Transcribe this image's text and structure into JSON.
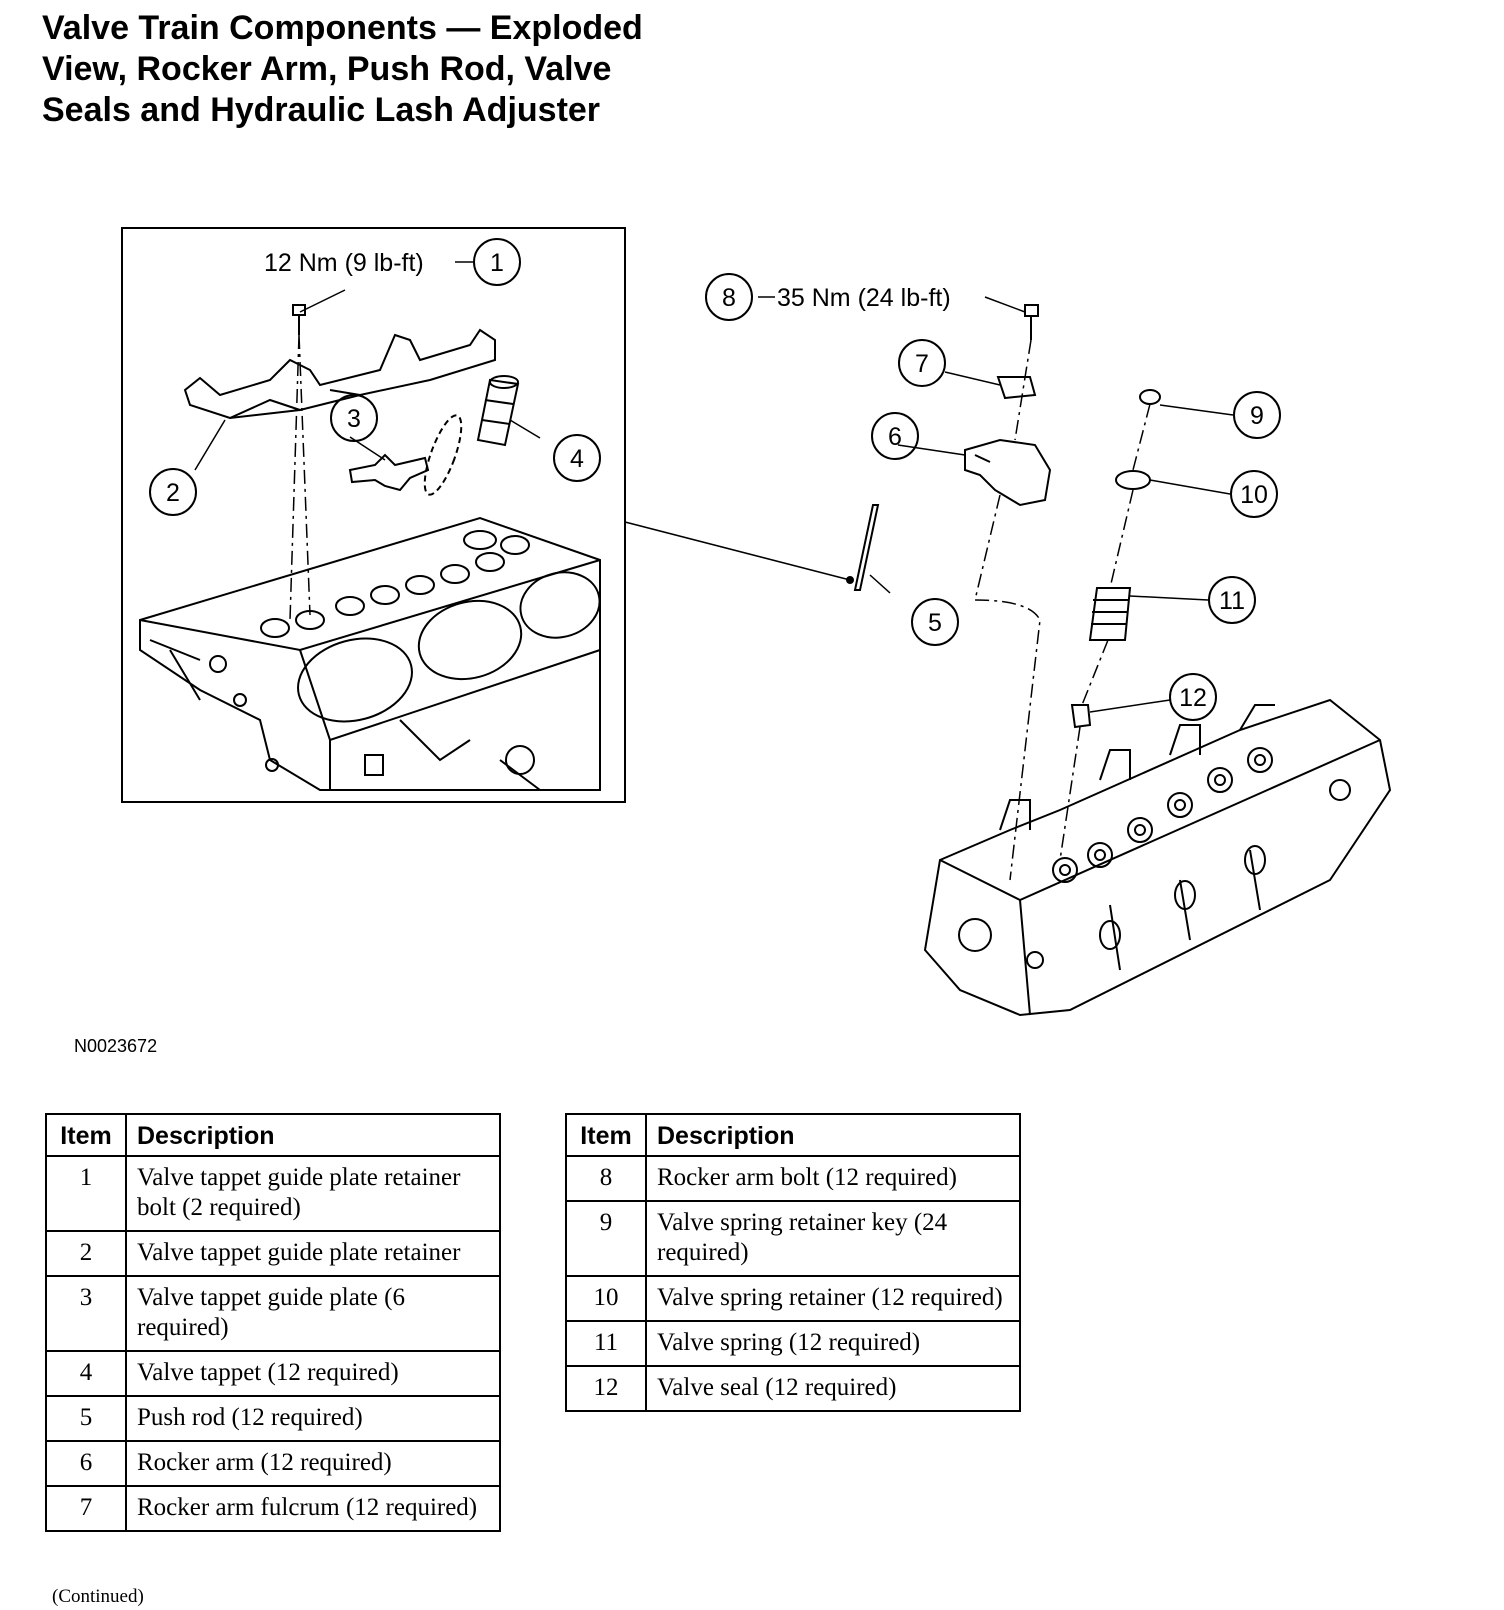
{
  "title_lines": [
    "Valve Train Components — Exploded",
    "View, Rocker Arm, Push Rod, Valve",
    "Seals and Hydraulic Lash Adjuster"
  ],
  "figure_id": "N0023672",
  "callouts": [
    {
      "number": "1",
      "torque": "12 Nm (9 lb-ft)"
    },
    {
      "number": "2"
    },
    {
      "number": "3"
    },
    {
      "number": "4"
    },
    {
      "number": "5"
    },
    {
      "number": "6"
    },
    {
      "number": "7"
    },
    {
      "number": "8",
      "torque": "35 Nm (24 lb-ft)"
    },
    {
      "number": "9"
    },
    {
      "number": "10"
    },
    {
      "number": "11"
    },
    {
      "number": "12"
    }
  ],
  "table_headers": {
    "item": "Item",
    "description": "Description"
  },
  "legend_left": [
    {
      "item": "1",
      "description": "Valve tappet guide plate retainer bolt (2 required)"
    },
    {
      "item": "2",
      "description": "Valve tappet guide plate retainer"
    },
    {
      "item": "3",
      "description": "Valve tappet guide plate (6 required)"
    },
    {
      "item": "4",
      "description": "Valve tappet (12 required)"
    },
    {
      "item": "5",
      "description": "Push rod (12 required)"
    },
    {
      "item": "6",
      "description": "Rocker arm (12 required)"
    },
    {
      "item": "7",
      "description": "Rocker arm fulcrum (12 required)"
    }
  ],
  "legend_right": [
    {
      "item": "8",
      "description": "Rocker arm bolt (12 required)"
    },
    {
      "item": "9",
      "description": "Valve spring retainer key (24 required)"
    },
    {
      "item": "10",
      "description": "Valve spring retainer (12 required)"
    },
    {
      "item": "11",
      "description": "Valve spring (12 required)"
    },
    {
      "item": "12",
      "description": "Valve seal (12 required)"
    }
  ],
  "continued_note": "(Continued)"
}
